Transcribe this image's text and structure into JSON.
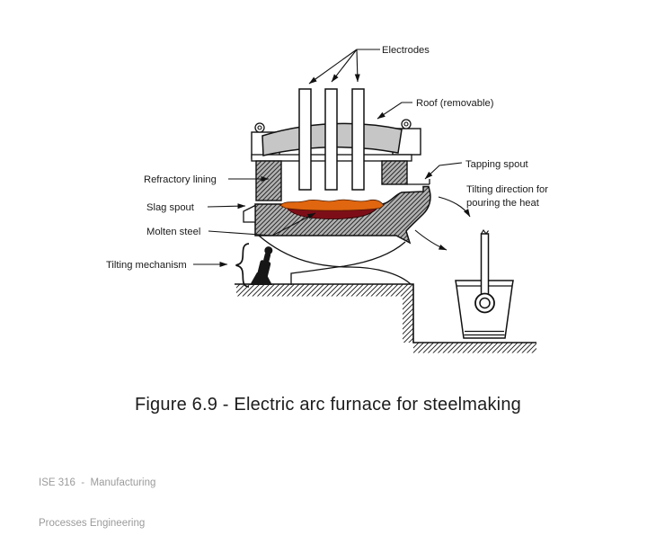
{
  "slide": {
    "caption": "Figure 6.9 - Electric arc furnace for steelmaking",
    "footer": {
      "line1": "ISE 316  -  Manufacturing",
      "line2": "Processes Engineering"
    }
  },
  "diagram": {
    "labels": {
      "electrodes": "Electrodes",
      "roof": "Roof (removable)",
      "refractory_lining": "Refractory lining",
      "slag_spout": "Slag spout",
      "molten_steel": "Molten steel",
      "tapping_spout": "Tapping spout",
      "tilting_direction_line1": "Tilting direction for",
      "tilting_direction_line2": "pouring the heat",
      "tilting_mechanism": "Tilting mechanism"
    },
    "colors": {
      "slag": "#e0660f",
      "molten_steel": "#7d0e18",
      "roof": "#c6c6c6"
    }
  }
}
